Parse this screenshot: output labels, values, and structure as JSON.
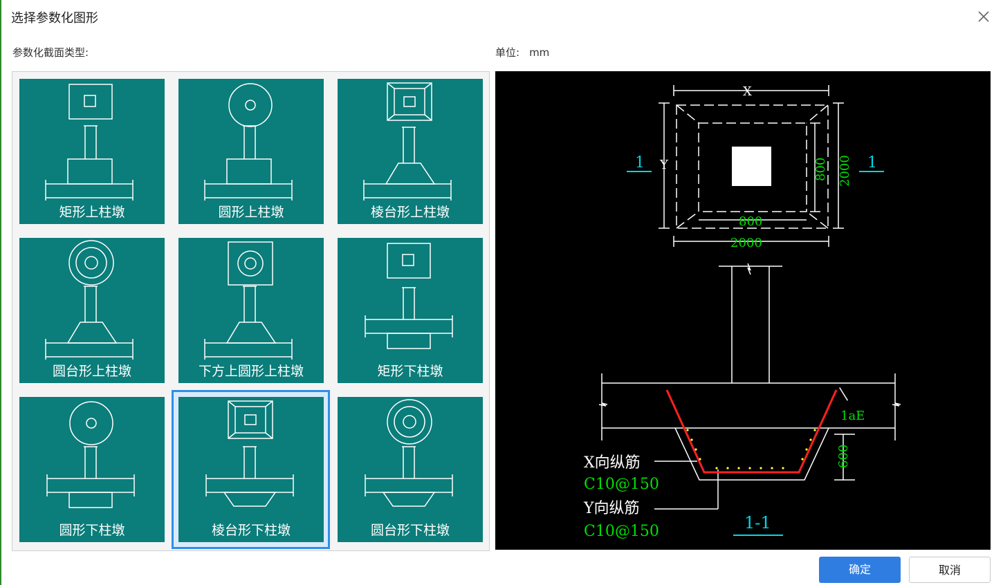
{
  "dialog": {
    "title": "选择参数化图形",
    "section_label": "参数化截面类型:",
    "unit_label": "单位:",
    "unit_value": "mm"
  },
  "shapes": [
    {
      "label": "矩形上柱墩",
      "top": "rect",
      "base": "rect-upper",
      "selected": false
    },
    {
      "label": "圆形上柱墩",
      "top": "circle",
      "base": "rect-upper",
      "selected": false
    },
    {
      "label": "棱台形上柱墩",
      "top": "frustum-square",
      "base": "trap-upper",
      "selected": false
    },
    {
      "label": "圆台形上柱墩",
      "top": "cone-circle",
      "base": "trap-upper",
      "selected": false
    },
    {
      "label": "下方上圆形上柱墩",
      "top": "square-circle",
      "base": "trap-upper",
      "selected": false
    },
    {
      "label": "矩形下柱墩",
      "top": "rect",
      "base": "rect-lower",
      "selected": false
    },
    {
      "label": "圆形下柱墩",
      "top": "circle",
      "base": "rect-lower",
      "selected": false
    },
    {
      "label": "棱台形下柱墩",
      "top": "frustum-square",
      "base": "trap-lower",
      "selected": true
    },
    {
      "label": "圆台形下柱墩",
      "top": "cone-circle",
      "base": "trap-lower",
      "selected": false
    }
  ],
  "preview": {
    "dim_x": "X",
    "dim_y": "Y",
    "plan_inner_w": "800",
    "plan_outer_w": "2000",
    "plan_inner_h": "800",
    "plan_outer_h": "2000",
    "section_mark": "1",
    "lae_label": "1aE",
    "depth": "600",
    "x_rebar_label": "X向纵筋",
    "x_rebar_value": "C10@150",
    "y_rebar_label": "Y向纵筋",
    "y_rebar_value": "C10@150",
    "section_title": "1-1",
    "colors": {
      "dim": "#00e000",
      "cyan": "#00d8e8",
      "rebar": "#ff2020",
      "dots": "#ffff33"
    }
  },
  "buttons": {
    "ok": "确定",
    "cancel": "取消"
  }
}
